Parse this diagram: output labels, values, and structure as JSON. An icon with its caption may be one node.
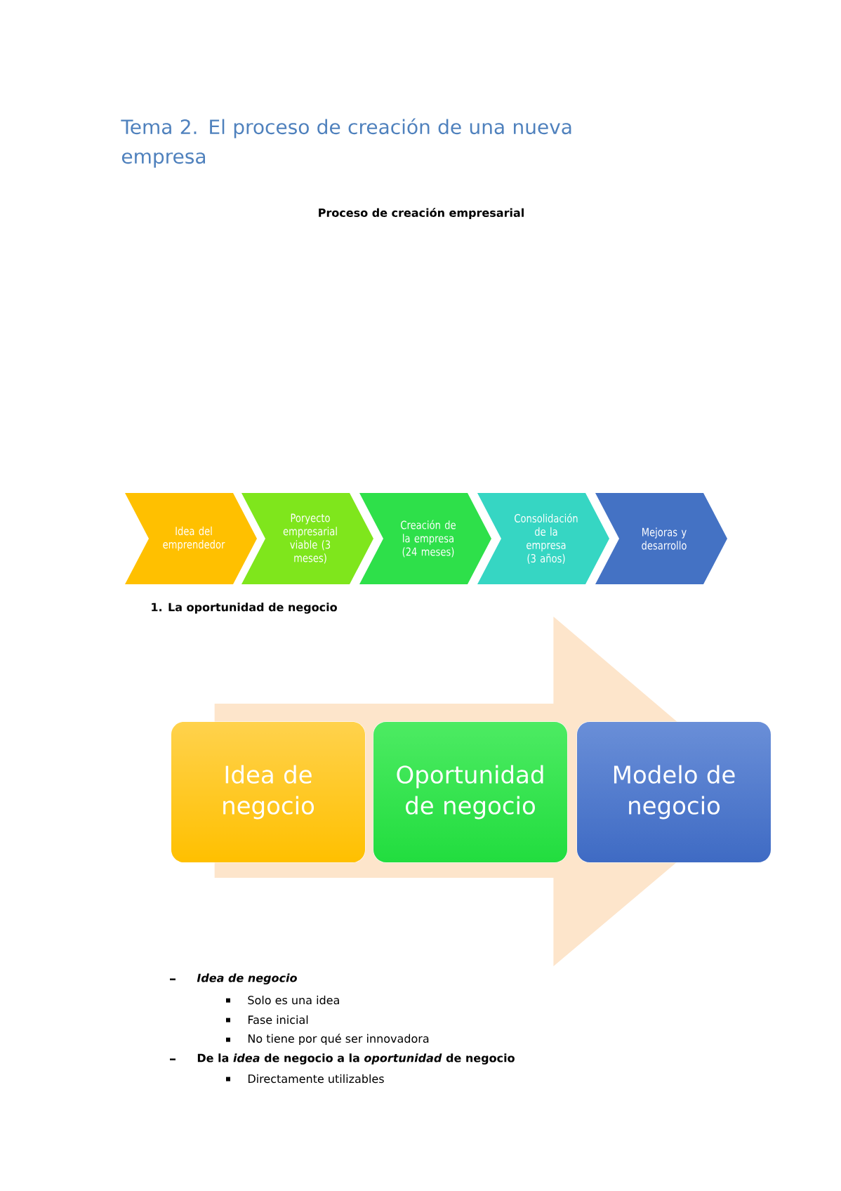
{
  "diagram": {
    "title": "Tema 2. El proceso de creación de una nueva empresa",
    "nodes": [
      {
        "text": [
          "Idea del emprendedor"
        ]
      },
      {
        "text": [
          "Poryecto empresarial viable (3 meses)"
        ]
      },
      {
        "text": [
          "Creación de la empresa (24 meses)"
        ]
      },
      {
        "text": [
          "Consolidación de la empresa (3 años)"
        ]
      },
      {
        "text": [
          "Mejoras y desarrollo"
        ]
      },
      {
        "text": [
          "Idea de negocio"
        ]
      },
      {
        "text": [
          "Oportunidad de negocio"
        ]
      },
      {
        "text": [
          "Modelo de negocio"
        ]
      }
    ],
    "edges": [
      {
        "from": 5,
        "to": 7,
        "arrow": "to"
      }
    ],
    "labels": [
      "Proceso de creación empresarial",
      "1. La oportunidad de negocio",
      "Idea de negocio",
      "Solo es una idea",
      "Fase inicial",
      "No tiene por qué ser innovadora",
      "De la *idea* de negocio a la *oportunidad* de negocio",
      "Directamente utilizables"
    ]
  }
}
